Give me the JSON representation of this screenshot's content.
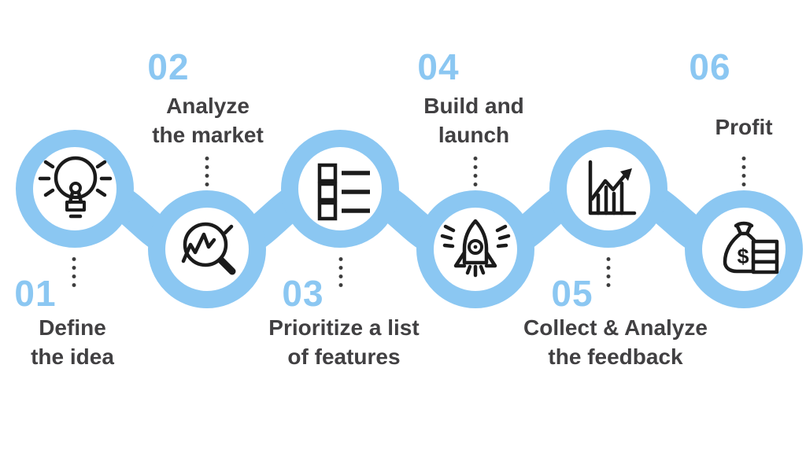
{
  "title": "Product launch process infographic",
  "colors": {
    "accent_blue": "#8bc7f2",
    "label_text": "#414042",
    "icon_black": "#1b1b1b",
    "dot_gray": "#3c3c3c",
    "background": "#ffffff"
  },
  "steps": [
    {
      "number": "01",
      "lines": [
        "Define",
        "the idea"
      ],
      "icon": "lightbulb-icon"
    },
    {
      "number": "02",
      "lines": [
        "Analyze",
        "the market"
      ],
      "icon": "market-magnifier-icon"
    },
    {
      "number": "03",
      "lines": [
        "Prioritize a list",
        "of features"
      ],
      "icon": "feature-checklist-icon"
    },
    {
      "number": "04",
      "lines": [
        "Build and",
        "launch"
      ],
      "icon": "rocket-icon"
    },
    {
      "number": "05",
      "lines": [
        "Collect & Analyze",
        "the feedback"
      ],
      "icon": "growth-chart-icon"
    },
    {
      "number": "06",
      "lines": [
        "Profit"
      ],
      "icon": "money-bag-icon"
    }
  ],
  "money_bag": {
    "currency_symbol": "$"
  }
}
